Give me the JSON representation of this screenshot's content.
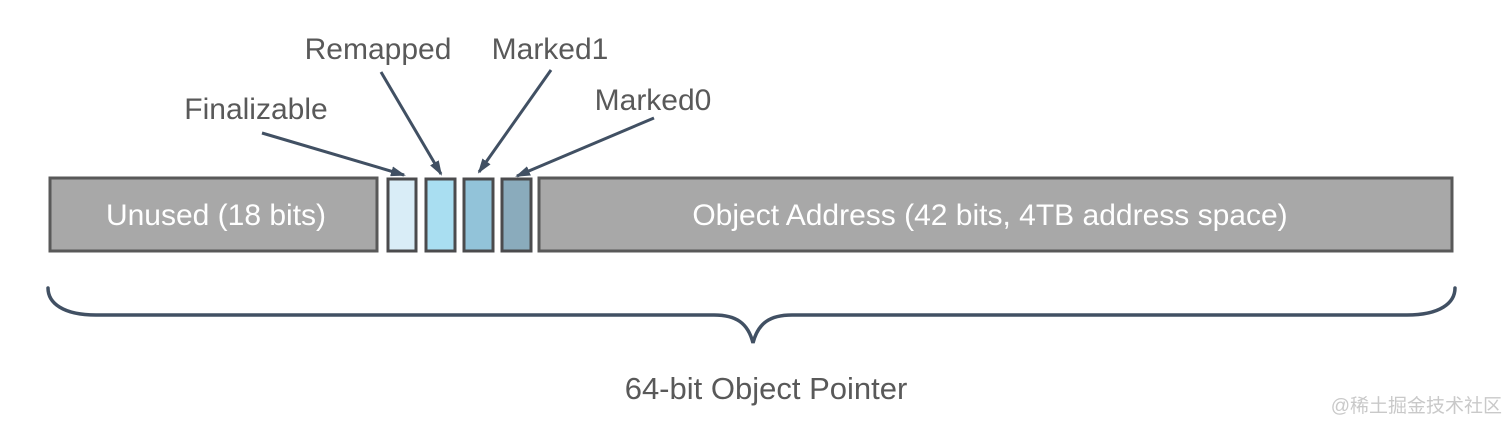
{
  "diagram": {
    "unused_segment": {
      "label": "Unused (18 bits)"
    },
    "address_segment": {
      "label": "Object Address (42 bits, 4TB address space)"
    },
    "callouts": [
      {
        "label": "Finalizable",
        "color": "#d9edf7"
      },
      {
        "label": "Remapped",
        "color": "#a9def1"
      },
      {
        "label": "Marked1",
        "color": "#92c3d9"
      },
      {
        "label": "Marked0",
        "color": "#8aabbc"
      }
    ],
    "caption": "64-bit Object Pointer",
    "colors": {
      "segment_fill": "#a8a8a8",
      "segment_border": "#595959",
      "bit_border": "#4b4b4d",
      "segment_text": "#ffffff",
      "label_text": "#595959",
      "arrow": "#415063",
      "watermark_text": "#c9c9c9"
    }
  },
  "watermark": "@稀土掘金技术社区"
}
